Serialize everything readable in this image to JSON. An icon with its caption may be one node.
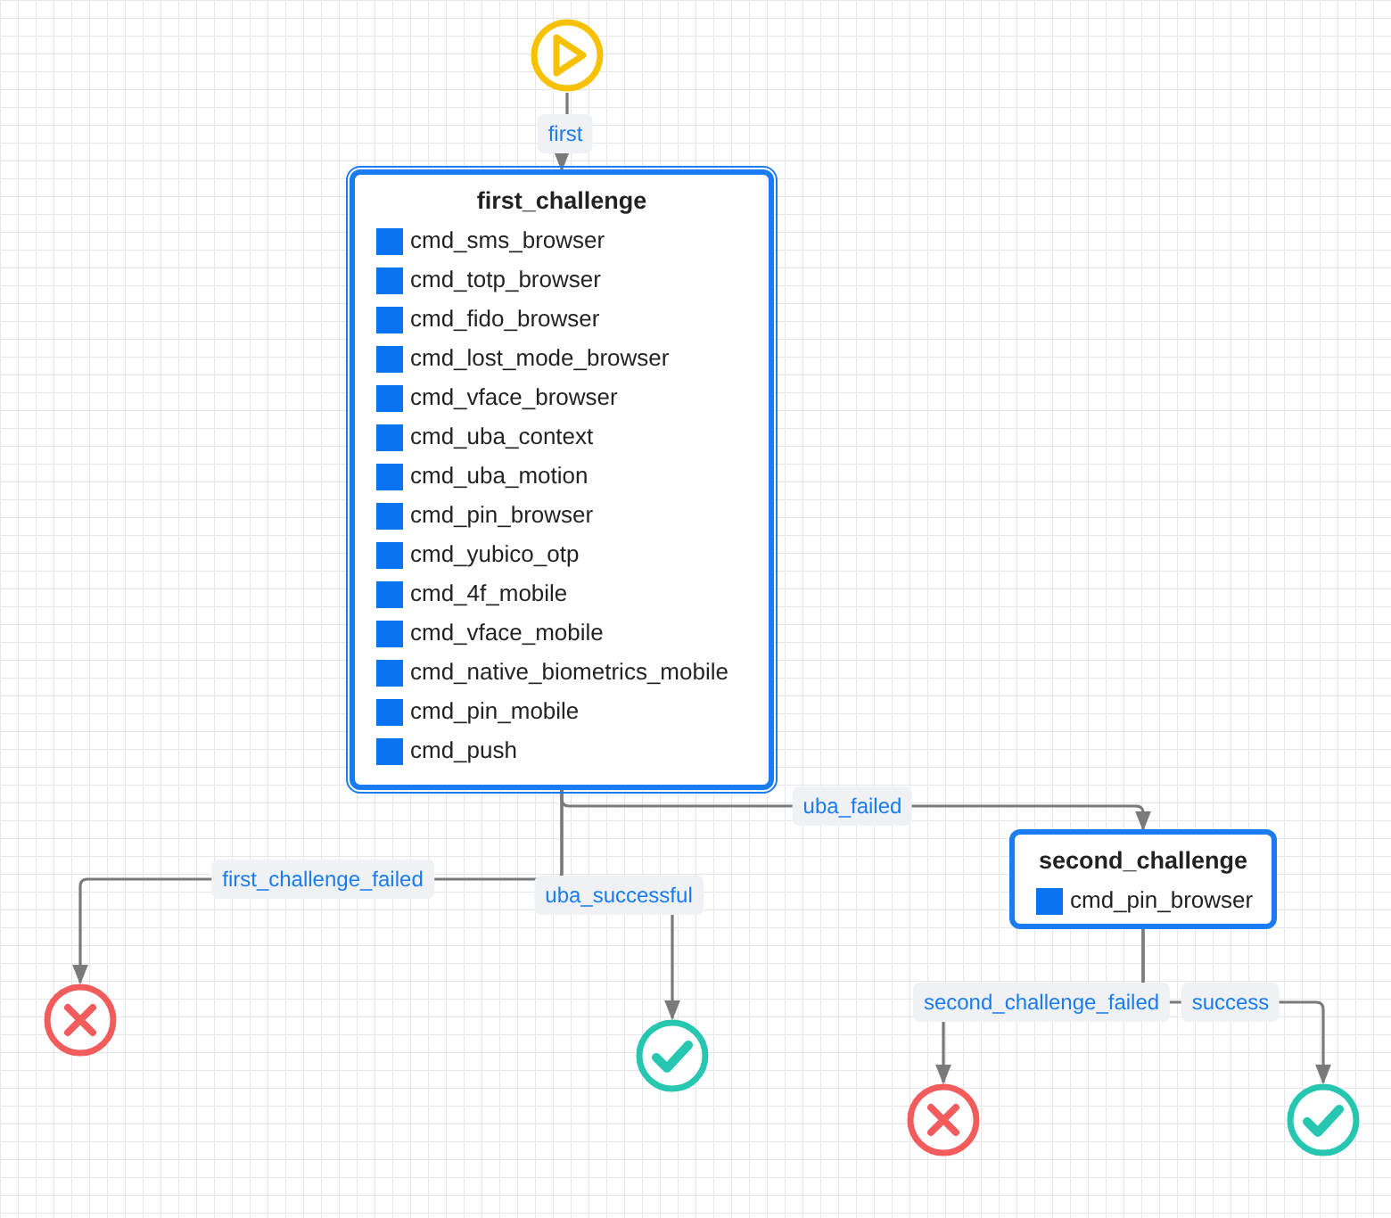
{
  "diagram": {
    "nodes": [
      {
        "text": [],
        "shape": "circle"
      },
      {
        "text": [
          "first_challenge",
          "cmd_sms_browser",
          "cmd_totp_browser",
          "cmd_fido_browser",
          "cmd_lost_mode_browser",
          "cmd_vface_browser",
          "cmd_uba_context",
          "cmd_uba_motion",
          "cmd_pin_browser",
          "cmd_yubico_otp",
          "cmd_4f_mobile",
          "cmd_vface_mobile",
          "cmd_native_biometrics_mobile",
          "cmd_pin_mobile",
          "cmd_push"
        ]
      },
      {
        "text": [
          "second_challenge",
          "cmd_pin_browser"
        ]
      },
      {
        "text": [],
        "shape": "circle"
      },
      {
        "text": [],
        "shape": "circle"
      },
      {
        "text": [],
        "shape": "circle"
      },
      {
        "text": [],
        "shape": "circle"
      }
    ],
    "edges": [
      {
        "from": 0,
        "to": 1,
        "arrow": "to",
        "label": "first"
      },
      {
        "from": 1,
        "to": 2,
        "arrow": "to",
        "label": "uba_failed"
      },
      {
        "from": 1,
        "to": 3,
        "arrow": "to",
        "label": "first_challenge_failed"
      },
      {
        "from": 1,
        "to": 4,
        "arrow": "to",
        "label": "uba_successful"
      },
      {
        "from": 2,
        "to": 5,
        "arrow": "to",
        "label": "second_challenge_failed"
      },
      {
        "from": 2,
        "to": 6,
        "arrow": "to",
        "label": "success"
      }
    ]
  }
}
